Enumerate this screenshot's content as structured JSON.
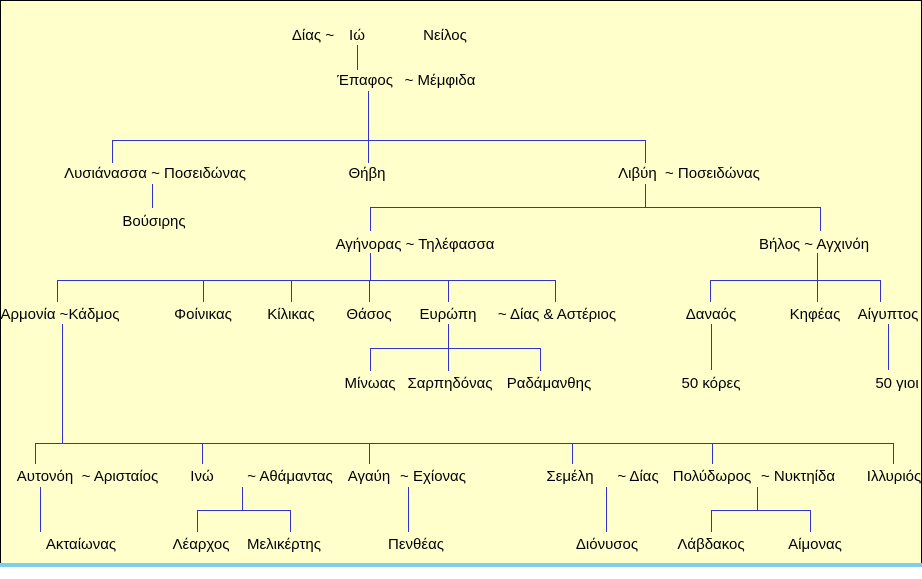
{
  "diagram": {
    "type": "family-tree",
    "title": "Genealogy of Io (Greek mythology)",
    "labels": {
      "dias": "Δίας ~",
      "io": "Ιώ",
      "neilos": "Νείλος",
      "epaphos": "Έπαφος",
      "memphida": "~ Μέμφιδα",
      "lysianassa": "Λυσιάνασσα ~ Ποσειδώνας",
      "thebe": "Θήβη",
      "libye": "Λιβύη  ~ Ποσειδώνας",
      "bousiris": "Βούσιρης",
      "agenoras": "Αγήνορας ~ Τηλέφασσα",
      "belos": "Βήλος ~ Αγχινόη",
      "harmonia_kadmos": "Αρμονία ~Κάδμος",
      "phoinikas": "Φοίνικας",
      "kilikas": "Κίλικας",
      "thasos": "Θάσος",
      "europe": "Ευρώπη",
      "dias_asterios": "~ Δίας & Αστέριος",
      "danaos": "Δαναός",
      "kepheas": "Κηφέας",
      "aigyptos": "Αίγυπτος",
      "minoas": "Μίνωας",
      "sarpedonas": "Σαρπηδόνας",
      "rhadamanthys": "Ραδάμανθης",
      "fifty_kores": "50 κόρες",
      "fifty_gioi": "50 γιοι",
      "autonoe": "Αυτονόη",
      "aristaios": "~ Αρισταίος",
      "ino": "Ινώ",
      "athamantas": "~ Αθάμαντας",
      "agave": "Αγαύη",
      "echionas": "~ Εχίονας",
      "semele": "Σεμέλη",
      "dias2": "~ Δίας",
      "polydoros": "Πολύδωρος",
      "nykteida": "~ Νυκτηίδα",
      "illyrios": "Ιλλυριός",
      "aktaionas": "Ακταίωνας",
      "learchos": "Λέαρχος",
      "melikertes": "Μελικέρτης",
      "pentheas": "Πενθέας",
      "dionysos": "Διόνυσος",
      "labdakos": "Λάβδακος",
      "aimonas": "Αίμονας"
    }
  },
  "colors": {
    "background": "#FFFFCC",
    "line": "#3333CC",
    "text": "#000000",
    "bottom_bar": "#7FCDEF",
    "border": "#000000"
  }
}
